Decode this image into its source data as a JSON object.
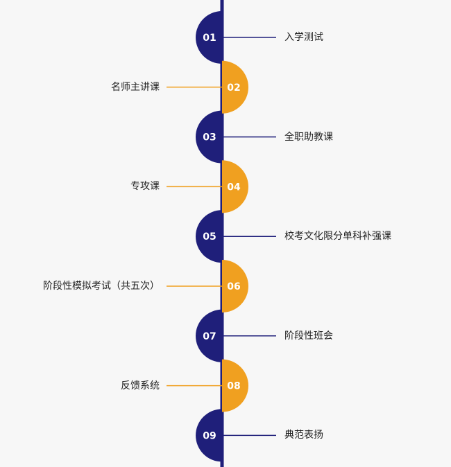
{
  "colors": {
    "navy": "#1f1f7a",
    "orange": "#f0a020",
    "background": "#f7f7f7",
    "text": "#222222"
  },
  "steps": [
    {
      "num": "01",
      "label": "入学测试",
      "side": "right",
      "color": "navy"
    },
    {
      "num": "02",
      "label": "名师主讲课",
      "side": "left",
      "color": "orange"
    },
    {
      "num": "03",
      "label": "全职助教课",
      "side": "right",
      "color": "navy"
    },
    {
      "num": "04",
      "label": "专攻课",
      "side": "left",
      "color": "orange"
    },
    {
      "num": "05",
      "label": "校考文化限分单科补强课",
      "side": "right",
      "color": "navy"
    },
    {
      "num": "06",
      "label": "阶段性模拟考试（共五次）",
      "side": "left",
      "color": "orange"
    },
    {
      "num": "07",
      "label": "阶段性班会",
      "side": "right",
      "color": "navy"
    },
    {
      "num": "08",
      "label": "反馈系统",
      "side": "left",
      "color": "orange"
    },
    {
      "num": "09",
      "label": "典范表扬",
      "side": "right",
      "color": "navy"
    }
  ]
}
